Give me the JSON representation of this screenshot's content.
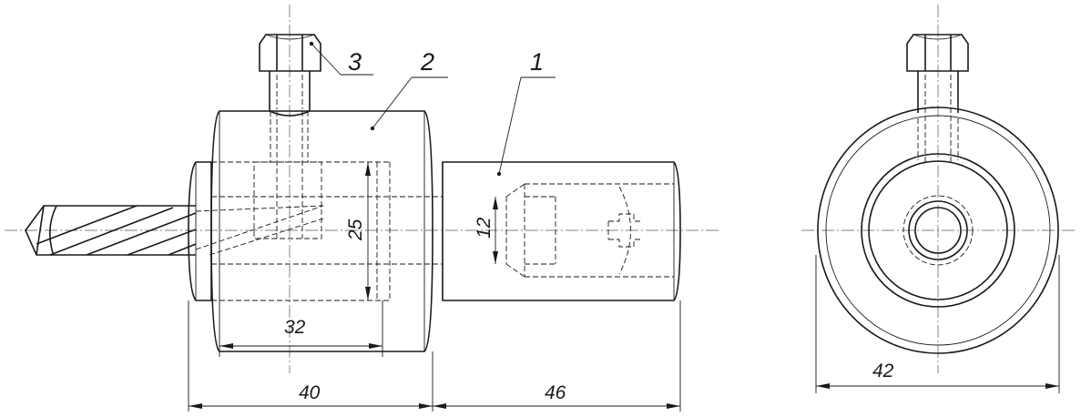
{
  "callouts": [
    {
      "label": "1",
      "part": "shank"
    },
    {
      "label": "2",
      "part": "body"
    },
    {
      "label": "3",
      "part": "clamp-screw"
    }
  ],
  "dimensions": {
    "body_length": "40",
    "shank_length": "46",
    "bore_depth": "32",
    "bore_diameter": "25",
    "shank_bore_diameter": "12",
    "body_outer_diameter": "42"
  }
}
